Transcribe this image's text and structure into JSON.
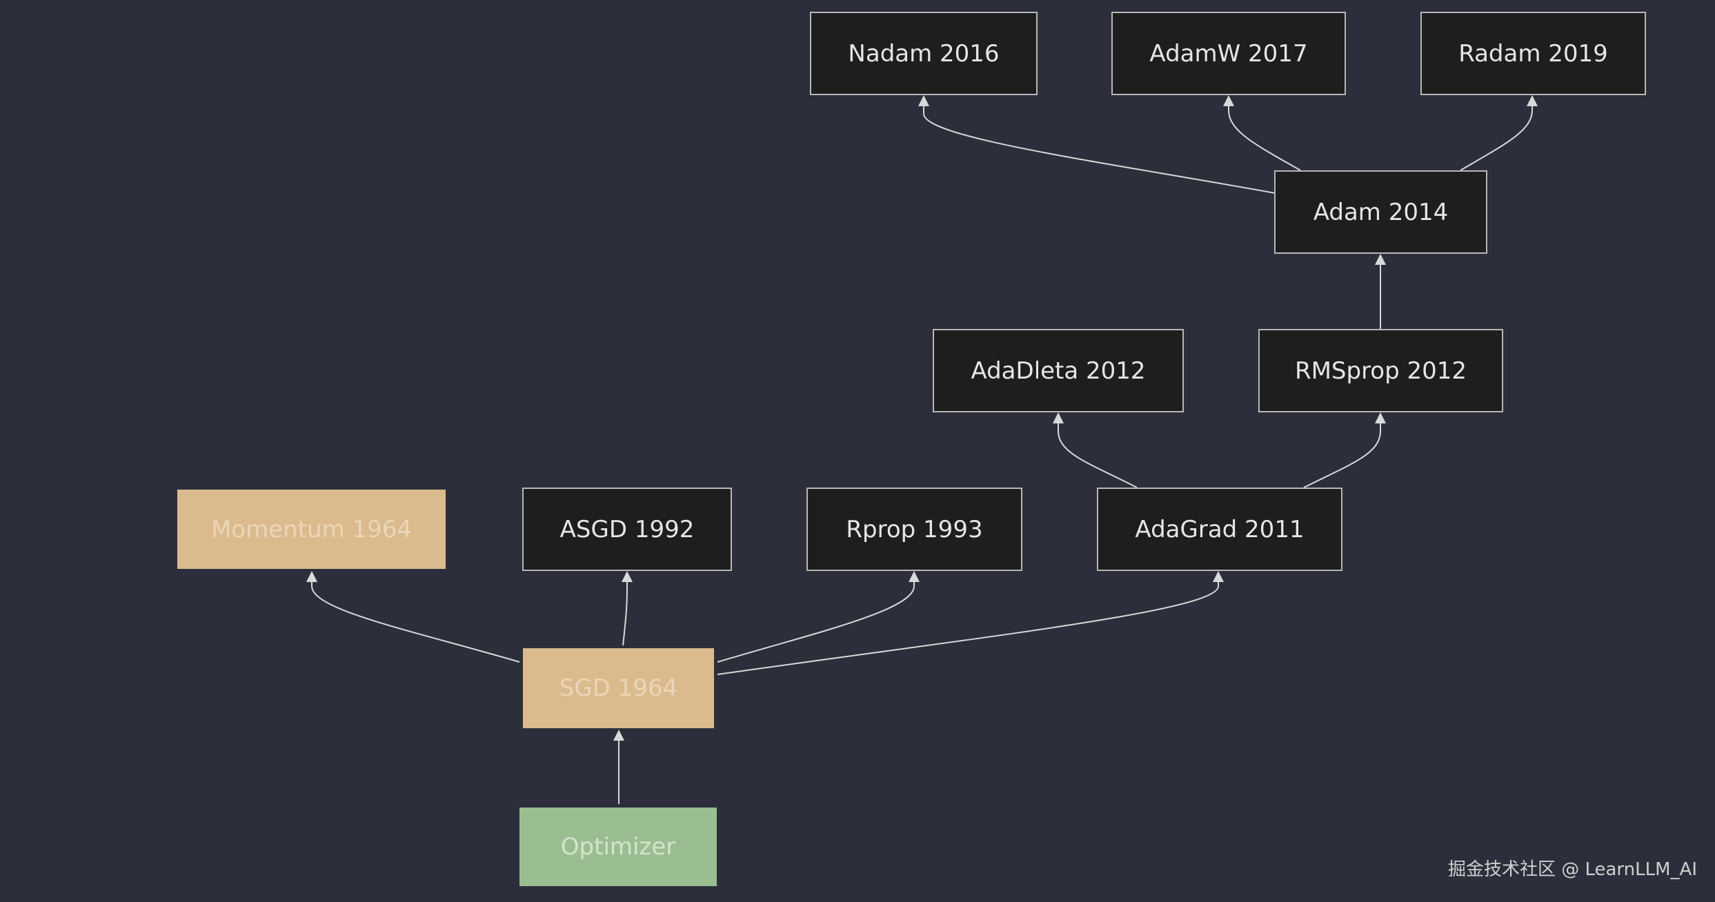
{
  "nodes": {
    "optimizer": "Optimizer",
    "sgd": "SGD 1964",
    "momentum": "Momentum 1964",
    "asgd": "ASGD 1992",
    "rprop": "Rprop 1993",
    "adagrad": "AdaGrad 2011",
    "adadelta": "AdaDleta 2012",
    "rmsprop": "RMSprop 2012",
    "adam": "Adam 2014",
    "nadam": "Nadam 2016",
    "adamw": "AdamW 2017",
    "radam": "Radam 2019"
  },
  "edges": [
    [
      "optimizer",
      "sgd"
    ],
    [
      "sgd",
      "momentum"
    ],
    [
      "sgd",
      "asgd"
    ],
    [
      "sgd",
      "rprop"
    ],
    [
      "sgd",
      "adagrad"
    ],
    [
      "adagrad",
      "adadelta"
    ],
    [
      "adagrad",
      "rmsprop"
    ],
    [
      "rmsprop",
      "adam"
    ],
    [
      "adam",
      "nadam"
    ],
    [
      "adam",
      "adamw"
    ],
    [
      "adam",
      "radam"
    ]
  ],
  "colors": {
    "background": "#2c2f3b",
    "node_dark": "#1e1e1e",
    "node_border": "#b8b8b8",
    "node_beige": "#dbba8e",
    "node_green": "#9bbd92",
    "edge": "#d9d9d9"
  },
  "watermark": "掘金技术社区 @ LearnLLM_AI"
}
